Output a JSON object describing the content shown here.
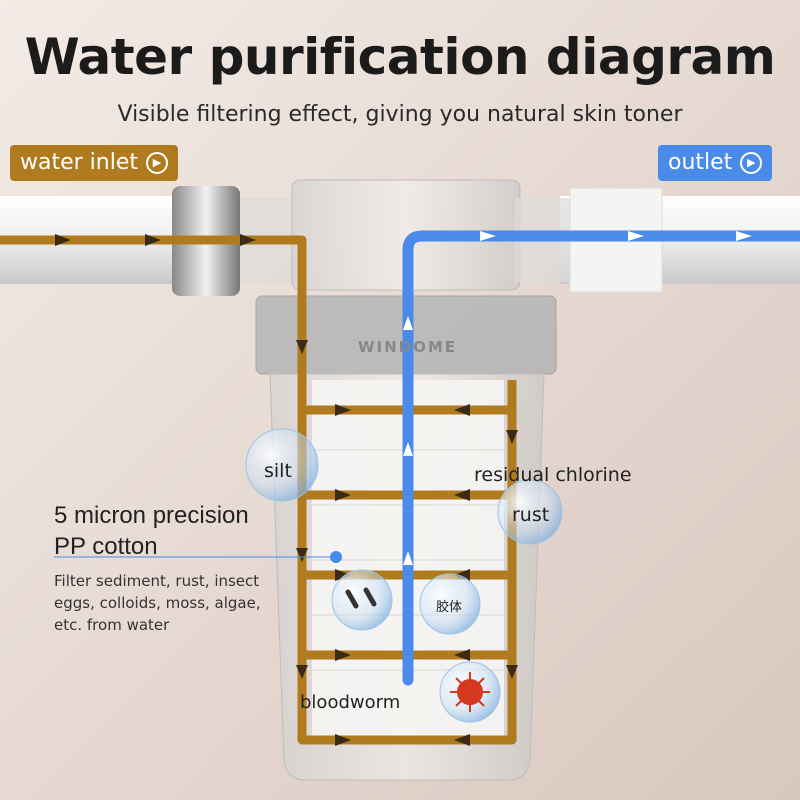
{
  "title": "Water purification diagram",
  "subtitle": "Visible filtering effect, giving you natural skin toner",
  "inlet_label": "water inlet",
  "outlet_label": "outlet",
  "inlet_color": "#b07a1e",
  "outlet_color": "#4a8ae8",
  "brand": "WINDOME",
  "bubble_labels": {
    "silt": "silt",
    "residual_chlorine": "residual chlorine",
    "rust": "rust",
    "colloid": "胶体",
    "bloodworm": "bloodworm"
  },
  "filter_title_line1": "5 micron precision",
  "filter_title_line2": "PP cotton",
  "filter_desc": "Filter sediment, rust, insect eggs, colloids, moss, algae, etc. from water"
}
